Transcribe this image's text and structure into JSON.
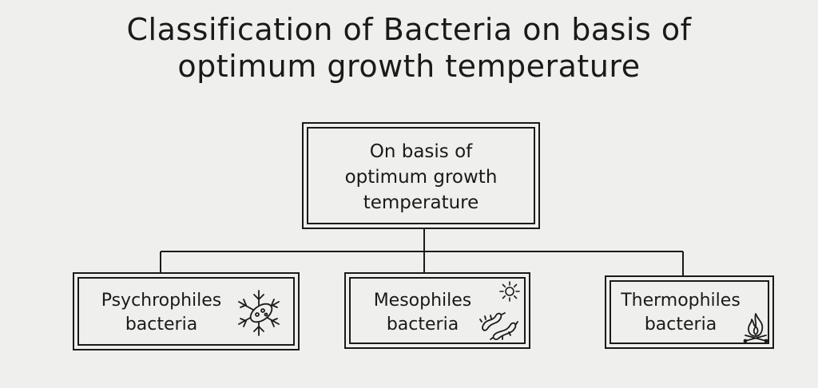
{
  "title": {
    "line1": "Classification of Bacteria on basis of",
    "line2": "optimum growth temperature"
  },
  "root": {
    "line1": "On basis of",
    "line2": "optimum growth",
    "line3": "temperature"
  },
  "children": [
    {
      "line1": "Psychrophiles",
      "line2": "bacteria",
      "icon": "snowflake-bacteria-icon"
    },
    {
      "line1": "Mesophiles",
      "line2": "bacteria",
      "icon": "sun-bacteria-icon"
    },
    {
      "line1": "Thermophiles",
      "line2": "bacteria",
      "icon": "campfire-icon"
    }
  ],
  "colors": {
    "background": "#efefed",
    "ink": "#1a1a1a"
  }
}
